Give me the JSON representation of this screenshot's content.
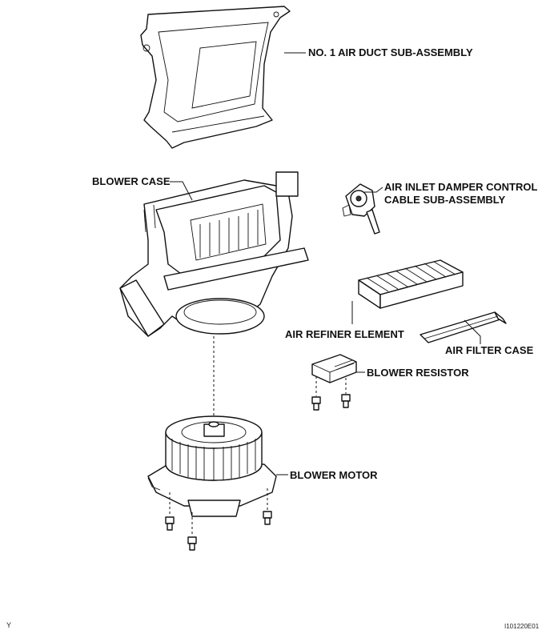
{
  "labels": {
    "air_duct": "NO. 1 AIR DUCT SUB-ASSEMBLY",
    "blower_case": "BLOWER CASE",
    "damper_cable_line1": "AIR INLET DAMPER CONTROL",
    "damper_cable_line2": "CABLE SUB-ASSEMBLY",
    "refiner_element": "AIR REFINER ELEMENT",
    "filter_case": "AIR FILTER CASE",
    "blower_resistor": "BLOWER RESISTOR",
    "blower_motor": "BLOWER MOTOR"
  },
  "footer": {
    "left_mark": "Y",
    "figure_code": "I101220E01"
  }
}
